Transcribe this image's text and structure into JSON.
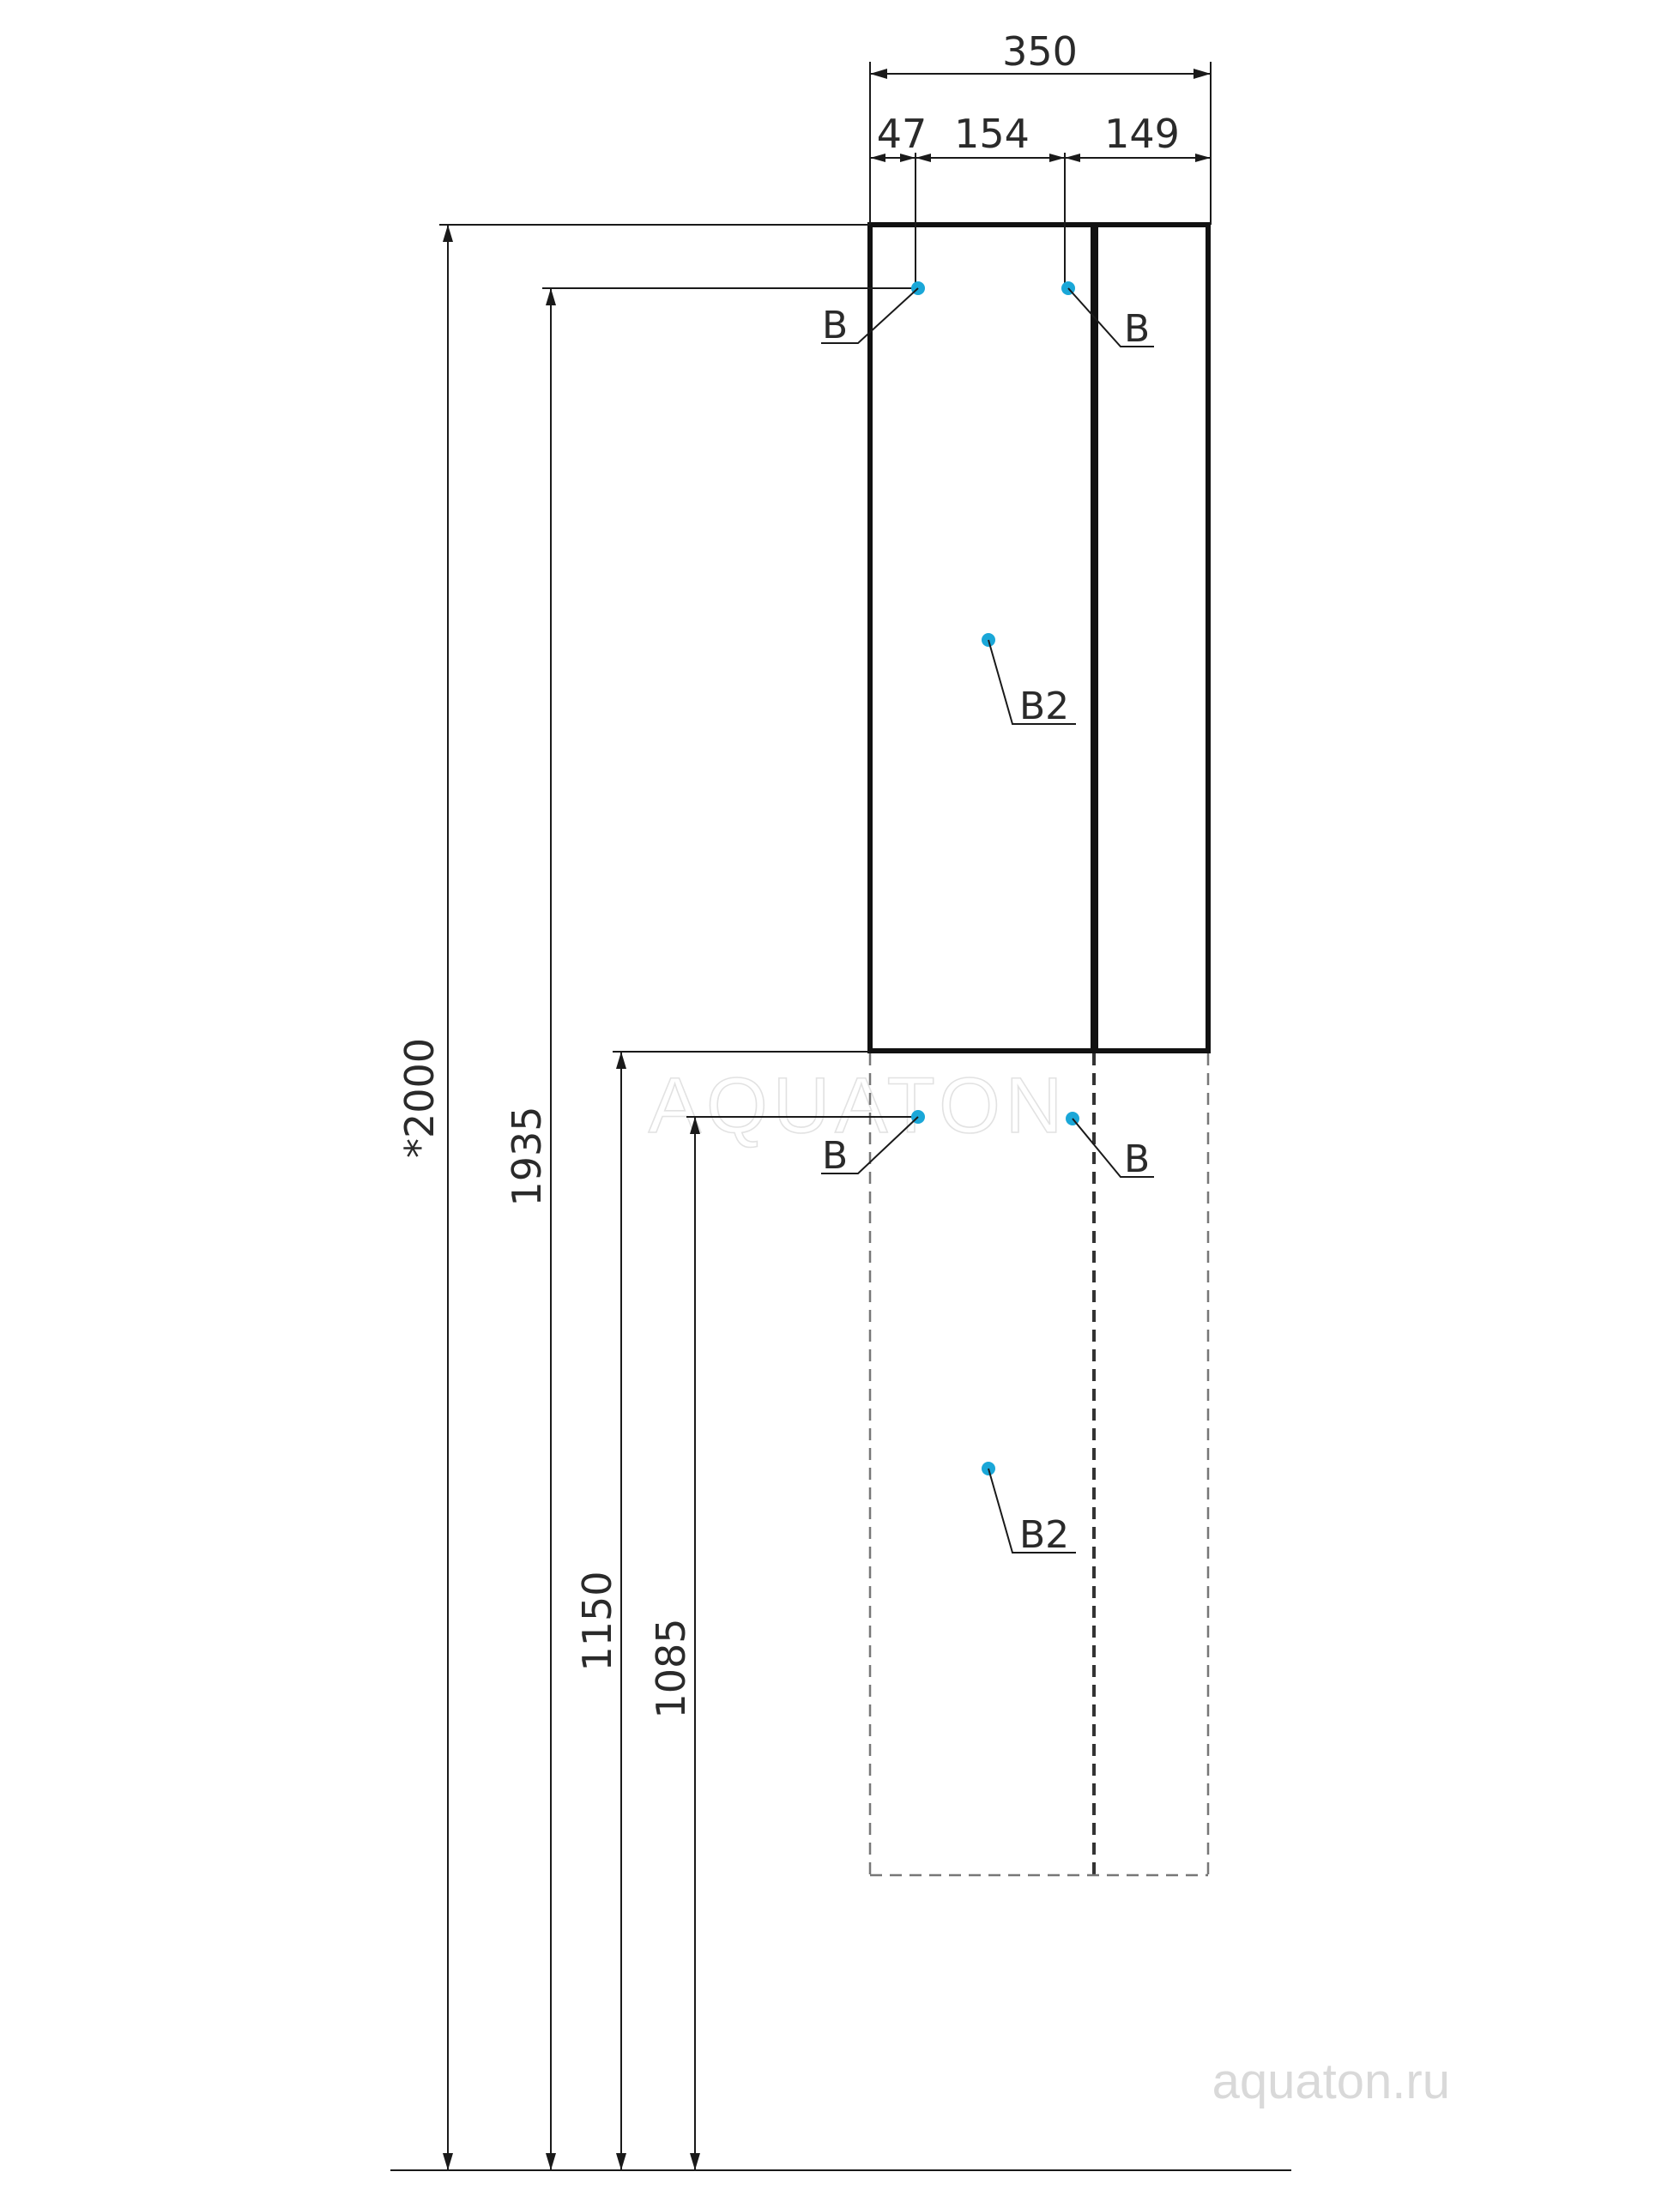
{
  "dimensions": {
    "total_width": "350",
    "left_offset": "47",
    "center_gap": "154",
    "right_width": "149",
    "height_total": "*2000",
    "height_top_mount": "1935",
    "height_cabinet_bottom": "1150",
    "height_lower_mount": "1085"
  },
  "callouts": {
    "upper_left": "B",
    "upper_right": "B",
    "upper_center": "B2",
    "lower_left": "B",
    "lower_right": "B",
    "lower_center": "B2"
  },
  "branding": {
    "watermark": "AQUATON",
    "site": "aquaton.ru"
  },
  "colors": {
    "line": "#1a1a1a",
    "marker": "#1aa7d8",
    "watermark": "#e2e2e2"
  }
}
